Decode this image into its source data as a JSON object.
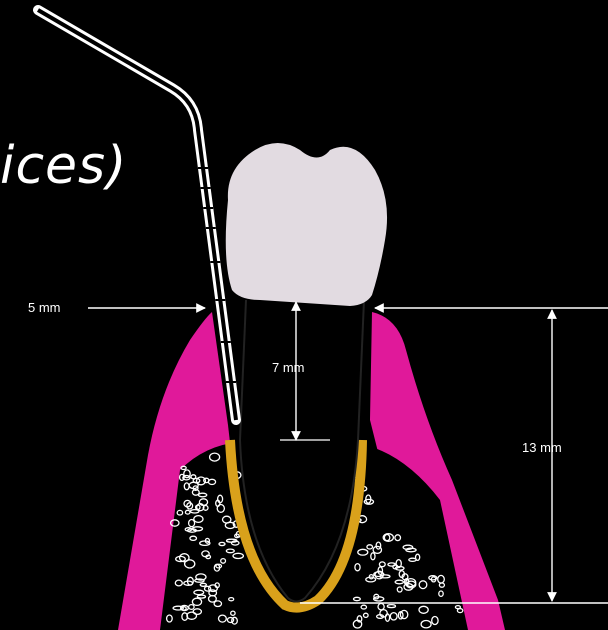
{
  "heading": "ices)",
  "labels": {
    "probe_depth": "5 mm",
    "crown_to_crest": "7 mm",
    "total_height": "13 mm"
  },
  "colors": {
    "background": "#000000",
    "gingiva": "#e0199a",
    "crown": "#e2dbe1",
    "root": "#000000",
    "periodontal_ligament": "#d9a11b",
    "bone": "#000000",
    "bone_spots": "#ffffff",
    "probe": "#ffffff",
    "arrow": "#ffffff"
  },
  "icons": [
    "periodontal-probe-icon",
    "tooth-icon"
  ]
}
